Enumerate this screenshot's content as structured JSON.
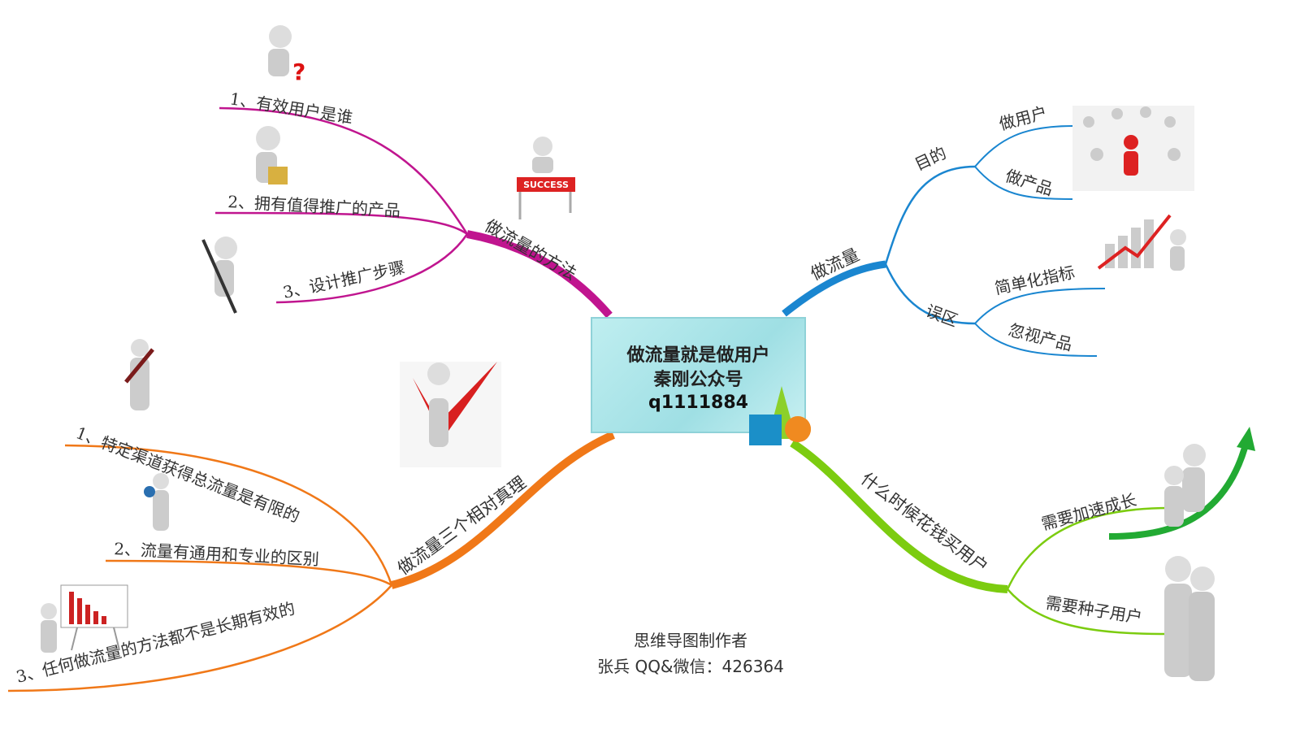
{
  "central": {
    "line1": "做流量就是做用户",
    "line2": "秦刚公众号",
    "line3": "q1111884"
  },
  "footer": {
    "line1": "思维导图制作者",
    "line2": "张兵 QQ&微信：426364"
  },
  "branches": {
    "methods": {
      "label": "做流量的方法",
      "color": "#c0158f",
      "items": [
        "1、有效用户是谁",
        "2、拥有值得推广的产品",
        "3、设计推广步骤"
      ],
      "badge": "SUCCESS"
    },
    "traffic": {
      "label": "做流量",
      "color": "#1a86d0",
      "purpose": {
        "label": "目的",
        "items": [
          "做用户",
          "做产品"
        ]
      },
      "mistakes": {
        "label": "误区",
        "items": [
          "简单化指标",
          "忽视产品"
        ]
      }
    },
    "truths": {
      "label": "做流量三个相对真理",
      "color": "#f07818",
      "items": [
        "1、特定渠道获得总流量是有限的",
        "2、流量有通用和专业的区别",
        "3、任何做流量的方法都不是长期有效的"
      ]
    },
    "buy": {
      "label": "什么时候花钱买用户",
      "color": "#7ccc10",
      "items": [
        "需要加速成长",
        "需要种子用户"
      ]
    }
  }
}
